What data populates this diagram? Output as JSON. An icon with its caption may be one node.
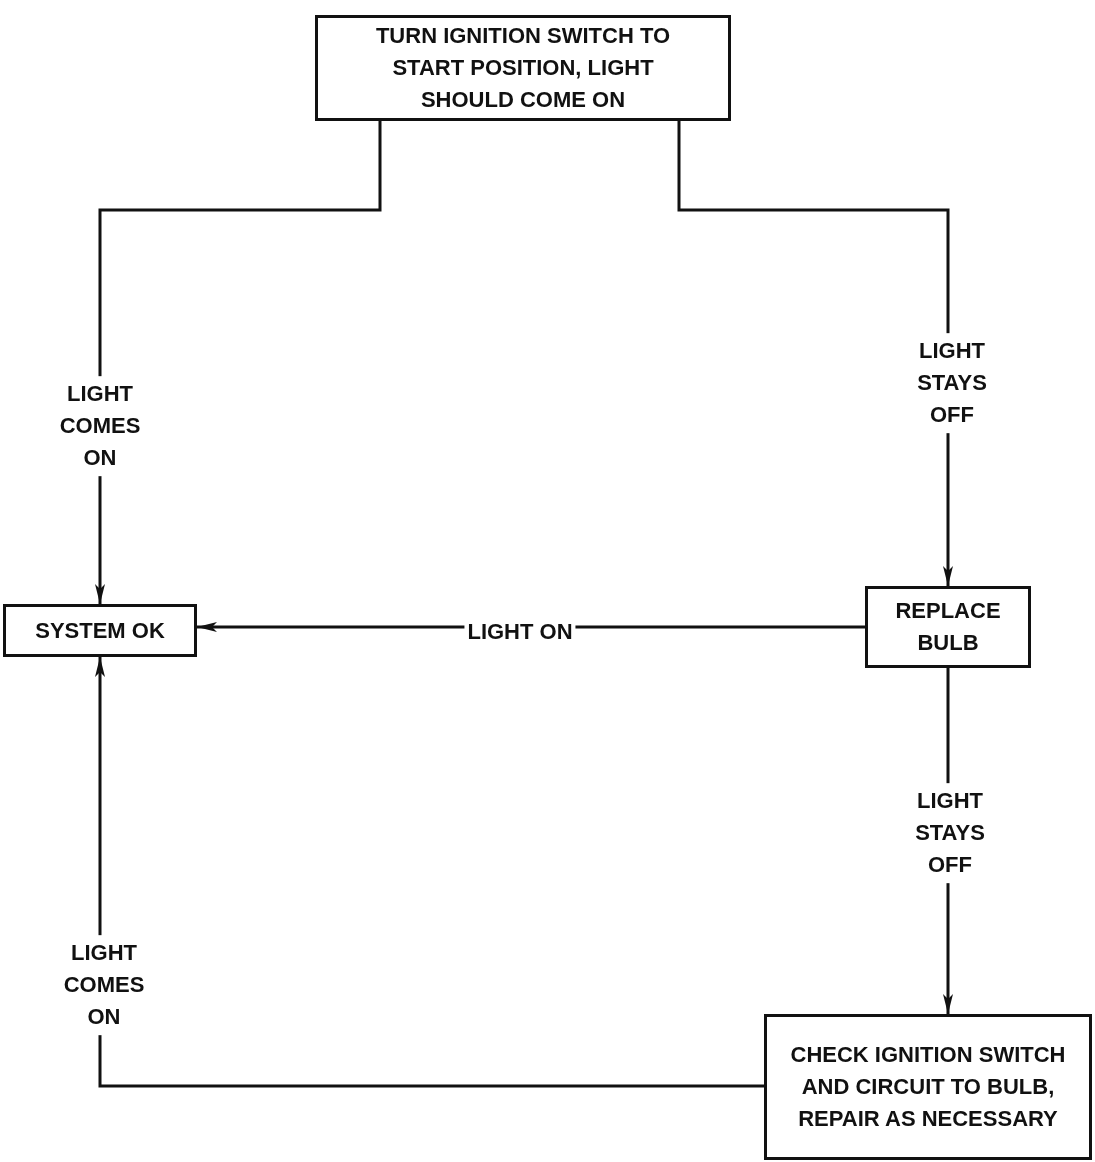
{
  "diagram": {
    "nodes": [
      {
        "text": [
          "TURN IGNITION SWITCH TO START POSITION, LIGHT SHOULD COME ON"
        ]
      },
      {
        "text": [
          "SYSTEM OK"
        ]
      },
      {
        "text": [
          "REPLACE BULB"
        ]
      },
      {
        "text": [
          "CHECK IGNITION SWITCH AND CIRCUIT TO BULB, REPAIR AS NECESSARY"
        ]
      }
    ],
    "edges": [
      {
        "from": 0,
        "to": 1,
        "arrow": "to",
        "label": "LIGHT COMES ON"
      },
      {
        "from": 0,
        "to": 2,
        "arrow": "to",
        "label": "LIGHT STAYS OFF"
      },
      {
        "from": 2,
        "to": 1,
        "arrow": "to",
        "label": "LIGHT ON"
      },
      {
        "from": 2,
        "to": 3,
        "arrow": "to",
        "label": "LIGHT STAYS OFF"
      },
      {
        "from": 3,
        "to": 1,
        "arrow": "to",
        "label": "LIGHT COMES ON"
      }
    ]
  }
}
